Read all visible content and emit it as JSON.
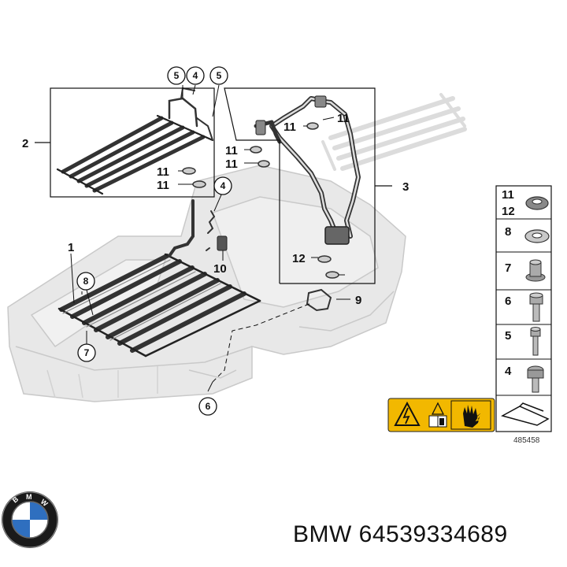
{
  "diagram": {
    "callouts": {
      "c1": "1",
      "c2": "2",
      "c3": "3",
      "c4a": "4",
      "c4b": "4",
      "c5a": "5",
      "c5b": "5",
      "c6": "6",
      "c7": "7",
      "c8": "8",
      "c9": "9",
      "c10": "10",
      "c11a": "11",
      "c11b": "11",
      "c11c": "11",
      "c11d": "11",
      "c11e": "11",
      "c11f": "11",
      "c12": "12"
    },
    "diagram_number": "485458"
  },
  "parts_legend": [
    {
      "id": "p11",
      "label": "11"
    },
    {
      "id": "p12",
      "label": "12"
    },
    {
      "id": "p8",
      "label": "8"
    },
    {
      "id": "p7",
      "label": "7"
    },
    {
      "id": "p6",
      "label": "6"
    },
    {
      "id": "p5",
      "label": "5"
    },
    {
      "id": "p4",
      "label": "4"
    }
  ],
  "footer": {
    "brand_part": "BMW 64539334689",
    "logo_letters": "BMW"
  },
  "colors": {
    "warning_yellow": "#f2b800",
    "outline": "#111111",
    "housing_gray": "#e6e6e6"
  }
}
